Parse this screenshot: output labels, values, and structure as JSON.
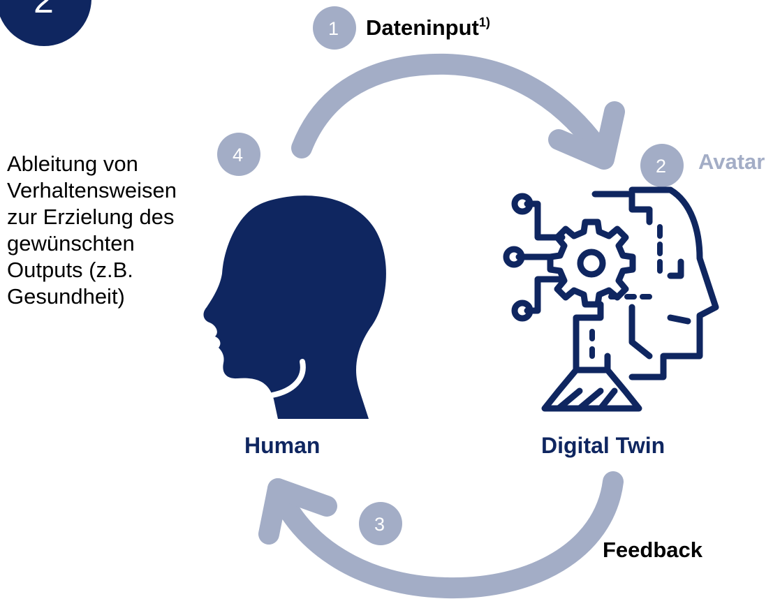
{
  "step_badge": {
    "number": "2"
  },
  "steps": [
    {
      "number": "1",
      "label": "Dateninput",
      "superscript": "1)"
    },
    {
      "number": "2",
      "label": "Avatar"
    },
    {
      "number": "3",
      "label": "Feedback"
    },
    {
      "number": "4",
      "lines": [
        "Ableitung von",
        "Verhaltensweisen",
        "zur Erzielung des",
        "gewünschten",
        "Outputs (z.B.",
        "Gesundheit)"
      ]
    }
  ],
  "nodes": {
    "human": "Human",
    "digital_twin": "Digital Twin"
  },
  "icons": [
    "human-head-icon",
    "robot-head-gear-icon"
  ],
  "colors": {
    "navy": "#0f2660",
    "arrow_grey": "#a3adc6",
    "text": "#000000"
  }
}
